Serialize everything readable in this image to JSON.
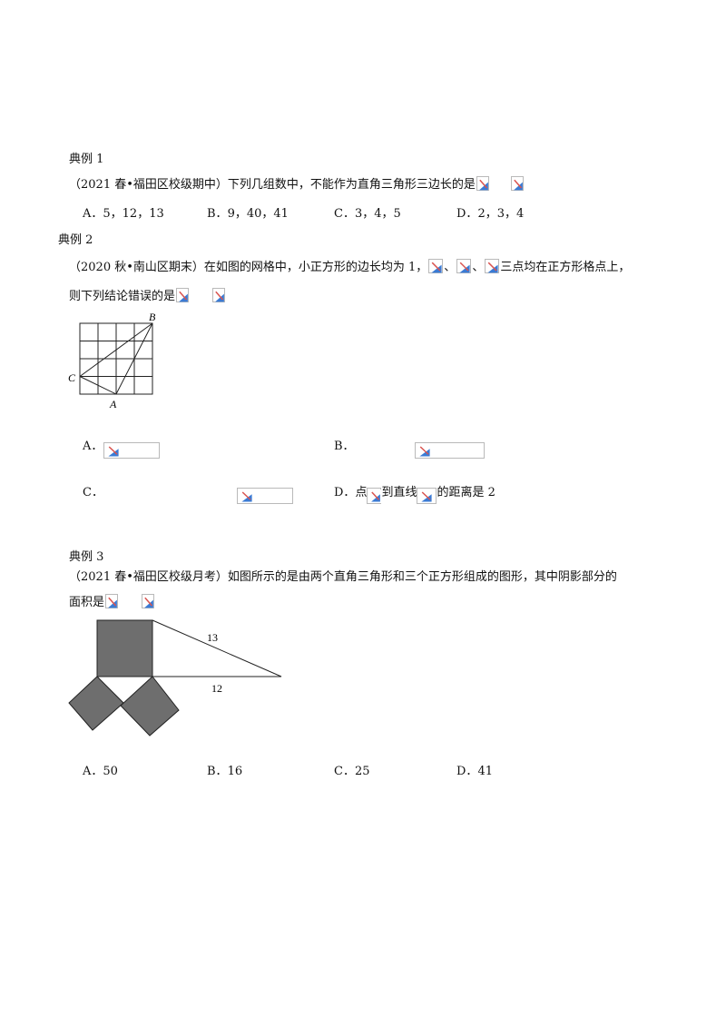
{
  "example1": {
    "heading": "典例 1",
    "source": "（2021 春•福田区校级期中）",
    "question": "下列几组数中，不能作为直角三角形三边长的是",
    "options": [
      {
        "label": "A．",
        "text": "5，12，13"
      },
      {
        "label": "B．",
        "text": "9，40，41"
      },
      {
        "label": "C．",
        "text": "3，4，5"
      },
      {
        "label": "D．",
        "text": "2，3，4"
      }
    ]
  },
  "example2": {
    "heading": "典例 2",
    "source": "（2020 秋•南山区期末）",
    "question_part1": "在如图的网格中，小正方形的边长均为 1，",
    "separator": "、",
    "question_part2": "三点均在正方形格点上，",
    "question_line2": "则下列结论错误的是",
    "figure_labels": {
      "a": "A",
      "b": "B",
      "c": "C"
    },
    "options": [
      {
        "label": "A．"
      },
      {
        "label": "B．"
      },
      {
        "label": "C．"
      },
      {
        "label": "D．",
        "text_part1": "点",
        "text_part2": "到直线",
        "text_part3": "的距离是 2"
      }
    ]
  },
  "example3": {
    "heading": "典例 3",
    "source": "（2021 春•福田区校级月考）",
    "question_line1": "如图所示的是由两个直角三角形和三个正方形组成的图形，其中阴影部分的",
    "question_line2": "面积是",
    "figure_labels": {
      "hyp": "13",
      "leg": "12"
    },
    "options": [
      {
        "label": "A．",
        "text": "50"
      },
      {
        "label": "B．",
        "text": "16"
      },
      {
        "label": "C．",
        "text": "25"
      },
      {
        "label": "D．",
        "text": "41"
      }
    ]
  },
  "colors": {
    "shade": "#6e6e6e",
    "placeholder_blue": "#3a7bd5",
    "placeholder_red": "#d9534f"
  }
}
